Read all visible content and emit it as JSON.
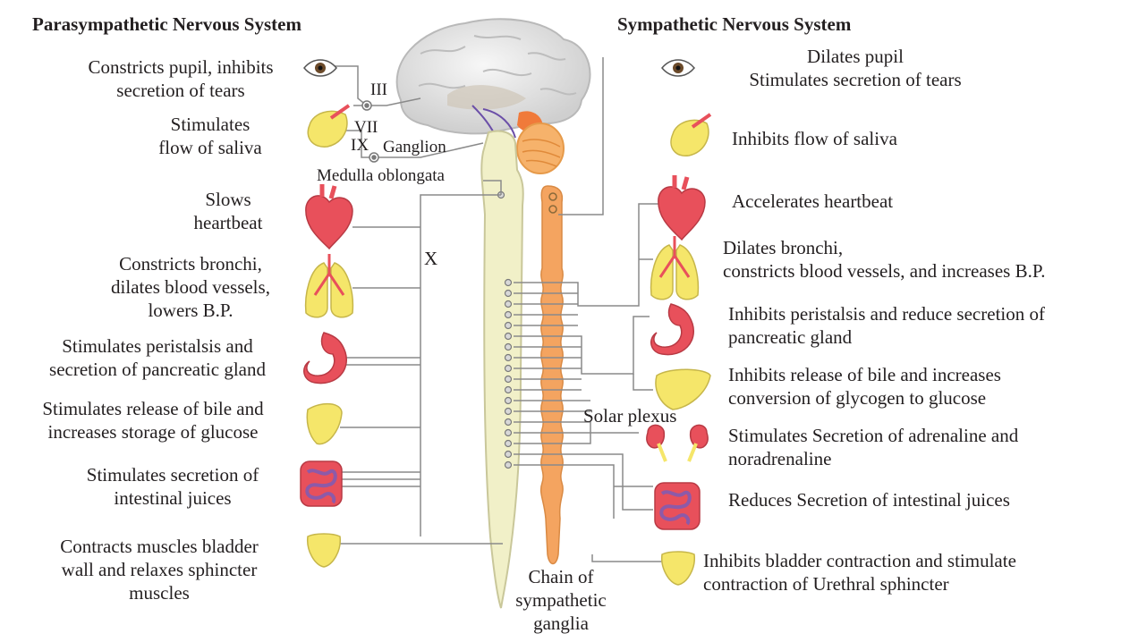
{
  "titles": {
    "left": "Parasympathetic Nervous System",
    "right": "Sympathetic Nervous System"
  },
  "parasympathetic": {
    "eye": "Constricts pupil, inhibits\nsecretion of tears",
    "saliva": "Stimulates\nflow of saliva",
    "heart": "Slows\nheartbeat",
    "lungs": "Constricts bronchi,\ndilates blood vessels,\nlowers B.P.",
    "stomach": "Stimulates peristalsis and\nsecretion of pancreatic gland",
    "liver": "Stimulates release of bile and\nincreases storage of glucose",
    "intestine": "Stimulates secretion of\nintestinal juices",
    "bladder": "Contracts muscles bladder\nwall and relaxes sphincter\nmuscles"
  },
  "sympathetic": {
    "eye": "Dilates pupil\nStimulates secretion of tears",
    "saliva": "Inhibits flow of saliva",
    "heart": "Accelerates heartbeat",
    "lungs": "Dilates bronchi,\nconstricts blood vessels, and increases B.P.",
    "stomach": "Inhibits peristalsis and reduce secretion of\npancreatic gland",
    "liver": "Inhibits release of bile and increases\nconversion of glycogen to glucose",
    "adrenal": "Stimulates Secretion of adrenaline and\nnoradrenaline",
    "intestine": "Reduces Secretion of intestinal juices",
    "bladder": "Inhibits bladder contraction and stimulate\ncontraction of Urethral sphincter"
  },
  "center_labels": {
    "nerve_iii": "III",
    "nerve_vii": "VII",
    "nerve_ix": "IX",
    "ganglion": "Ganglion",
    "medulla": "Medulla oblongata",
    "vagus": "X",
    "solar_plexus": "Solar plexus",
    "chain": "Chain of\nsympathetic\nganglia"
  },
  "colors": {
    "organ_red": "#e8505b",
    "organ_yellow": "#f5e66a",
    "spine_cream": "#f1f0c8",
    "chain_orange": "#f4a460",
    "brain_gray": "#e0e0e0",
    "line_gray": "#8a8a8a"
  }
}
